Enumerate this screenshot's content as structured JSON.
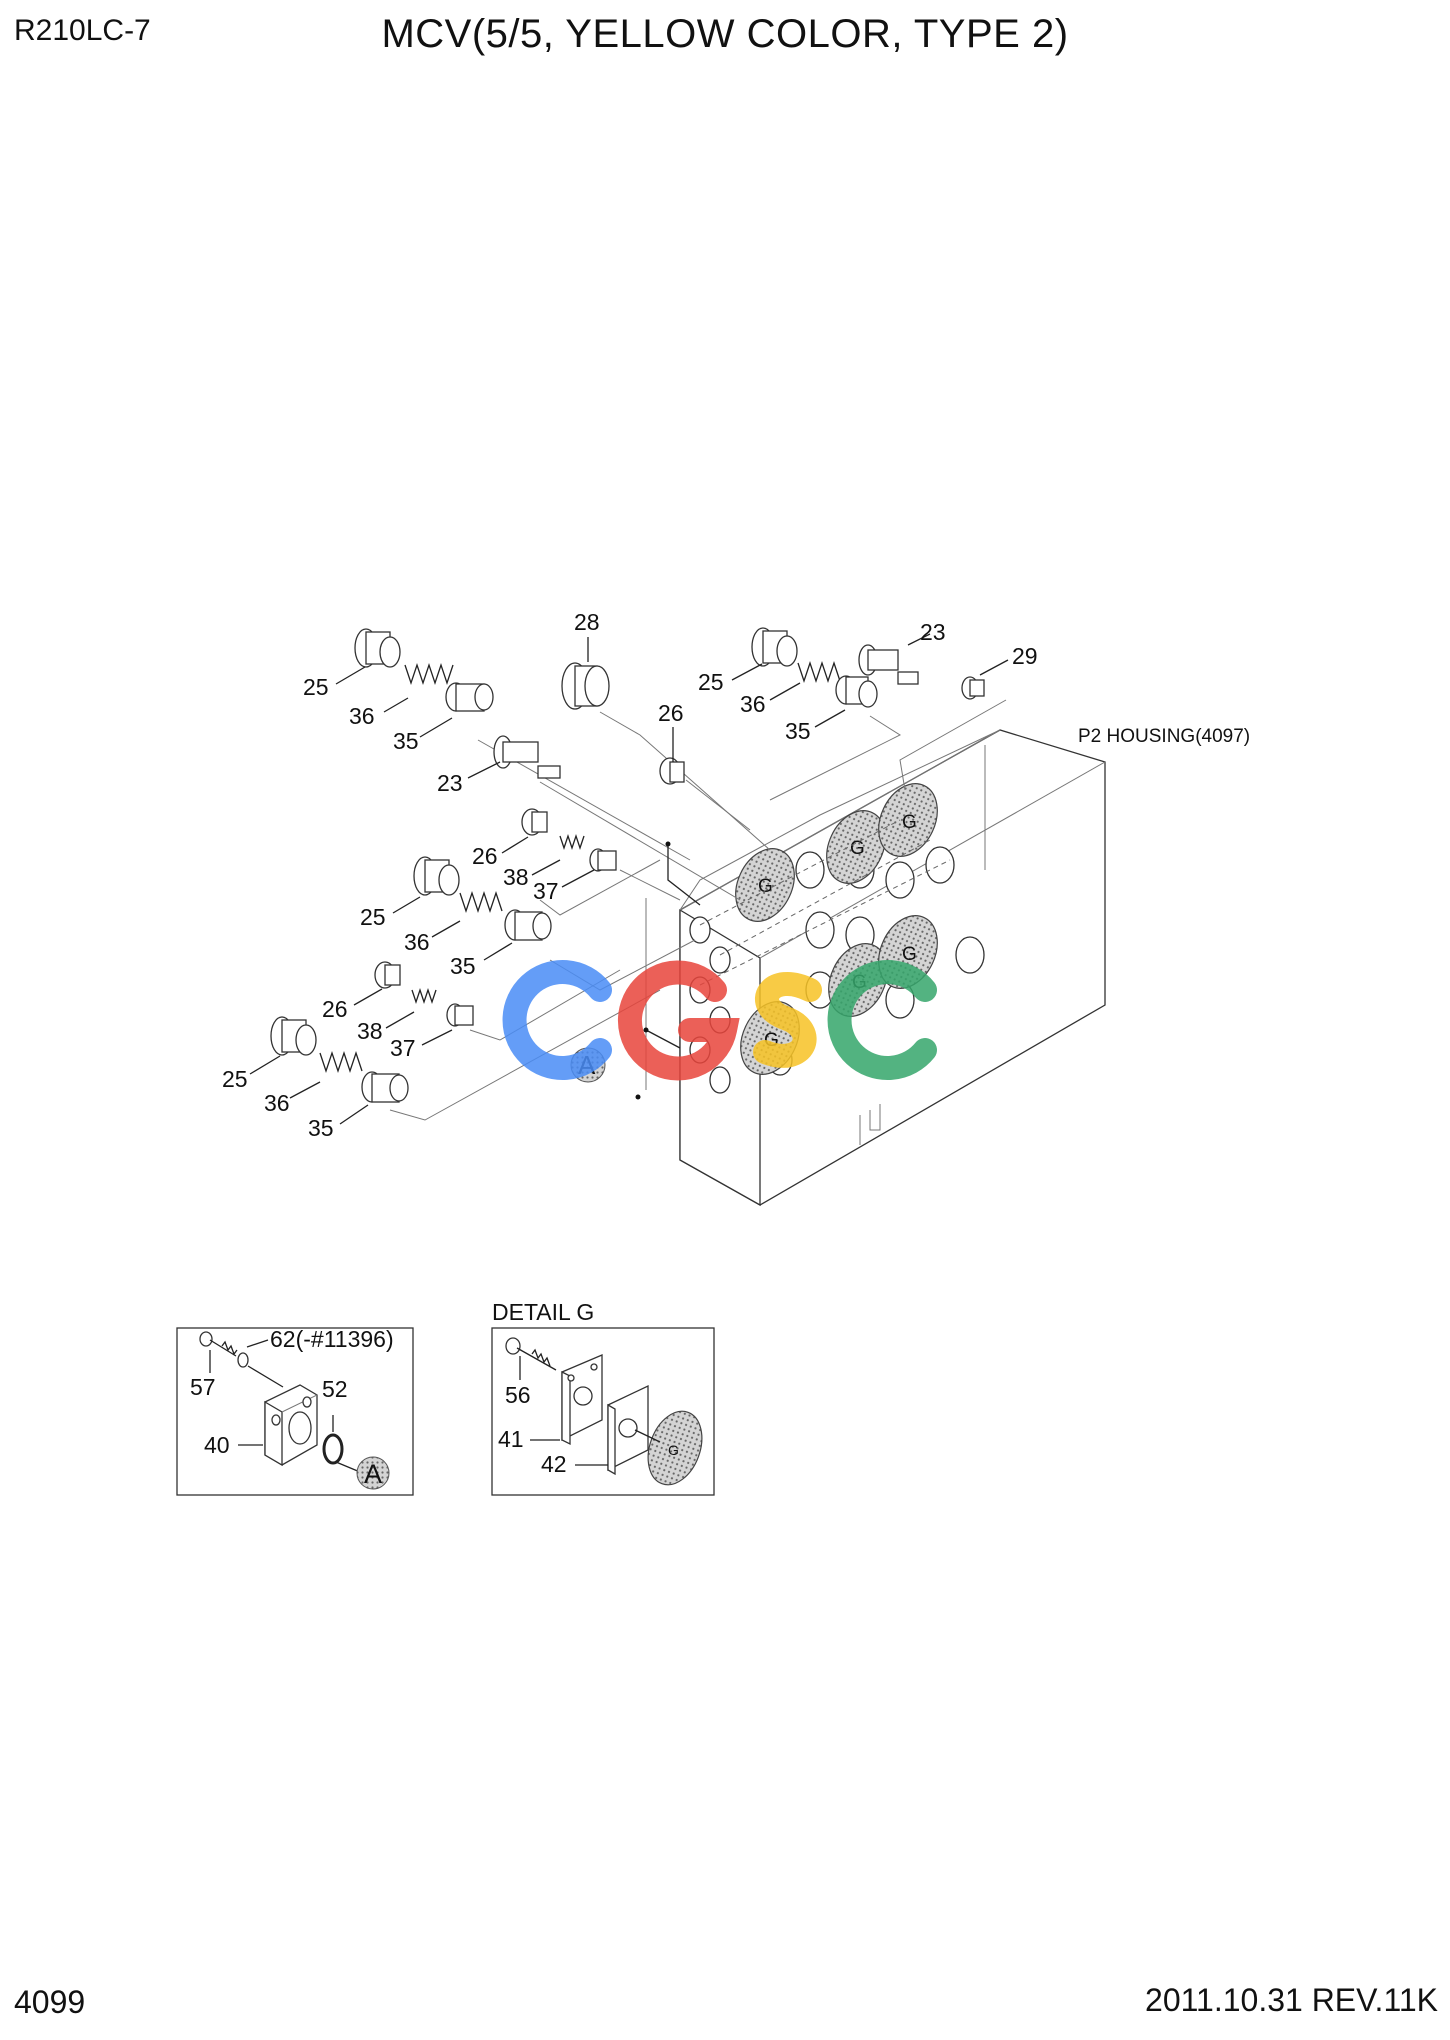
{
  "header": {
    "model": "R210LC-7",
    "title": "MCV(5/5, YELLOW COLOR, TYPE 2)"
  },
  "footer": {
    "page": "4099",
    "date_rev": "2011.10.31  REV.11K"
  },
  "housing_label": "P2 HOUSING(4097)",
  "callouts": {
    "c28": "28",
    "c25a": "25",
    "c36a": "36",
    "c35a": "35",
    "c23a": "23",
    "c26a": "26",
    "c25b": "25",
    "c36b": "36",
    "c35b": "35",
    "c23b": "23",
    "c29": "29",
    "c26b": "26",
    "c38a": "38",
    "c37a": "37",
    "c25c": "25",
    "c36c": "36",
    "c35c": "35",
    "c26c": "26",
    "c38b": "38",
    "c37b": "37",
    "c25d": "25",
    "c36d": "36",
    "c35d": "35"
  },
  "marker_a": "A",
  "g_mark": "G",
  "detail_a": {
    "c57": "57",
    "c62": "62(-#11396)",
    "c52": "52",
    "c40": "40",
    "marker": "A"
  },
  "detail_g": {
    "title": "DETAIL  G",
    "c56": "56",
    "c41": "41",
    "c42": "42",
    "marker": "G"
  },
  "watermark": {
    "letters": [
      "C",
      "G",
      "S",
      "C"
    ],
    "colors": [
      "#4a8df6",
      "#e8453c",
      "#f7c325",
      "#35a66b"
    ]
  }
}
